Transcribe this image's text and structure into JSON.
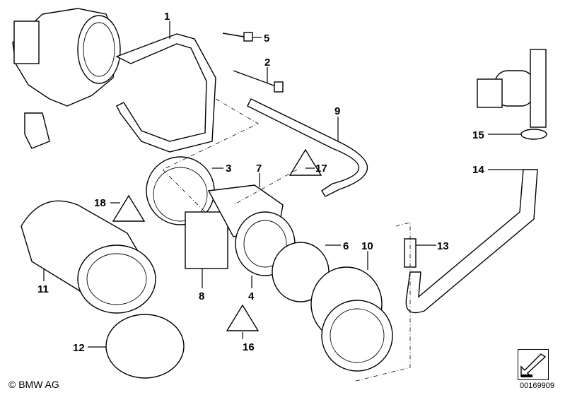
{
  "diagram": {
    "callouts": [
      "1",
      "2",
      "3",
      "4",
      "5",
      "6",
      "7",
      "8",
      "9",
      "10",
      "11",
      "12",
      "13",
      "14",
      "15",
      "16",
      "17",
      "18"
    ]
  },
  "footer": {
    "copyright": "© BMW AG",
    "doc_number": "00169909"
  }
}
